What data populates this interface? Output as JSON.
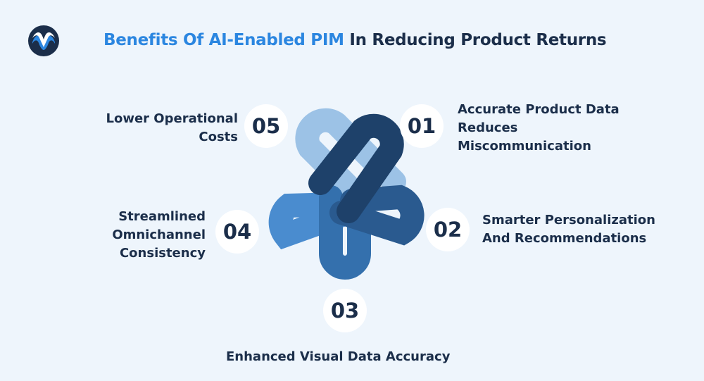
{
  "title": {
    "accent": "Benefits Of AI-Enabled PIM",
    "rest": " In Reducing Product Returns"
  },
  "items": [
    {
      "number": "01",
      "lines": [
        "Accurate Product Data",
        "Reduces",
        "Miscommunication"
      ]
    },
    {
      "number": "02",
      "lines": [
        "Smarter Personalization",
        "And Recommendations"
      ]
    },
    {
      "number": "03",
      "lines": [
        "Enhanced Visual Data Accuracy"
      ]
    },
    {
      "number": "04",
      "lines": [
        "Streamlined",
        "Omnichannel",
        "Consistency"
      ]
    },
    {
      "number": "05",
      "lines": [
        "Lower Operational",
        "Costs"
      ]
    }
  ],
  "colors": {
    "accent": "#2b86e0",
    "text": "#1b2e4a",
    "background": "#eef5fc",
    "loops": [
      "#1e416a",
      "#2a5a8f",
      "#3470ad",
      "#4a8ccf",
      "#9cc2e6"
    ]
  },
  "icons": {
    "logo": "wave-logo-icon",
    "diagram": "interlocking-loops-knot-icon"
  }
}
